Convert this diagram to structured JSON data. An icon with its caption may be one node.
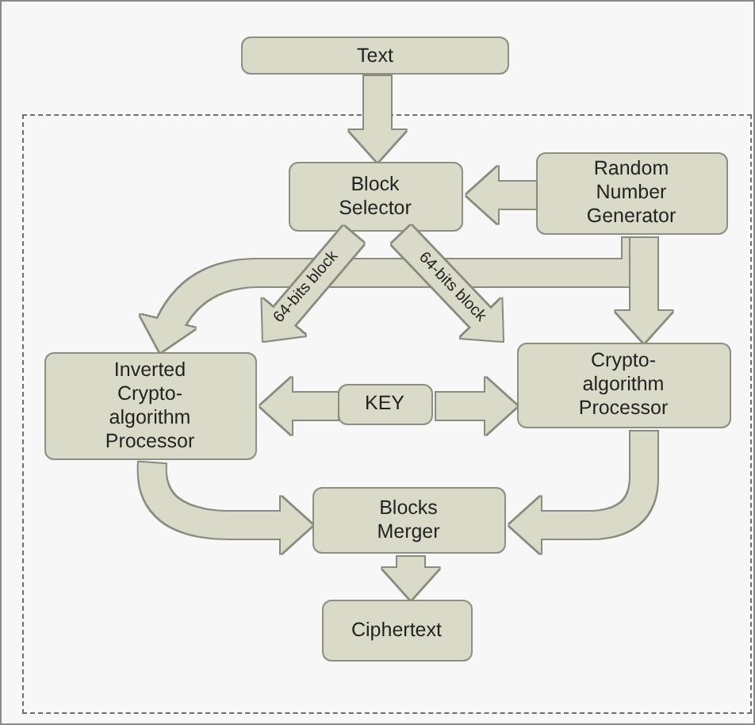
{
  "diagram": {
    "nodes": [
      {
        "text": [
          "Text"
        ]
      },
      {
        "text": [],
        "shape": "box"
      },
      {
        "text": [
          "Block Selector"
        ],
        "in": 1
      },
      {
        "text": [
          "Random Number Generator"
        ],
        "in": 1
      },
      {
        "text": [
          "Inverted Crypto-algorithm Processor"
        ],
        "in": 1
      },
      {
        "text": [
          "KEY"
        ],
        "in": 1
      },
      {
        "text": [
          "Crypto-algorithm Processor"
        ],
        "in": 1
      },
      {
        "text": [
          "Blocks Merger"
        ],
        "in": 1
      },
      {
        "text": [
          "Ciphertext"
        ],
        "in": 1
      }
    ],
    "edges": [
      {
        "from": 0,
        "to": 2,
        "arrow": "to"
      },
      {
        "from": 3,
        "to": 2,
        "arrow": "to"
      },
      {
        "from": 3,
        "to": 4,
        "arrow": "to"
      },
      {
        "from": 3,
        "to": 6,
        "arrow": "to"
      },
      {
        "from": 2,
        "to": 4,
        "arrow": "to",
        "label": "64-bits block"
      },
      {
        "from": 2,
        "to": 6,
        "arrow": "to",
        "label": "64-bits block"
      },
      {
        "from": 5,
        "to": 4,
        "arrow": "to"
      },
      {
        "from": 5,
        "to": 6,
        "arrow": "to"
      },
      {
        "from": 4,
        "to": 7,
        "arrow": "to"
      },
      {
        "from": 6,
        "to": 7,
        "arrow": "to"
      },
      {
        "from": 7,
        "to": 8,
        "arrow": "to"
      }
    ]
  }
}
